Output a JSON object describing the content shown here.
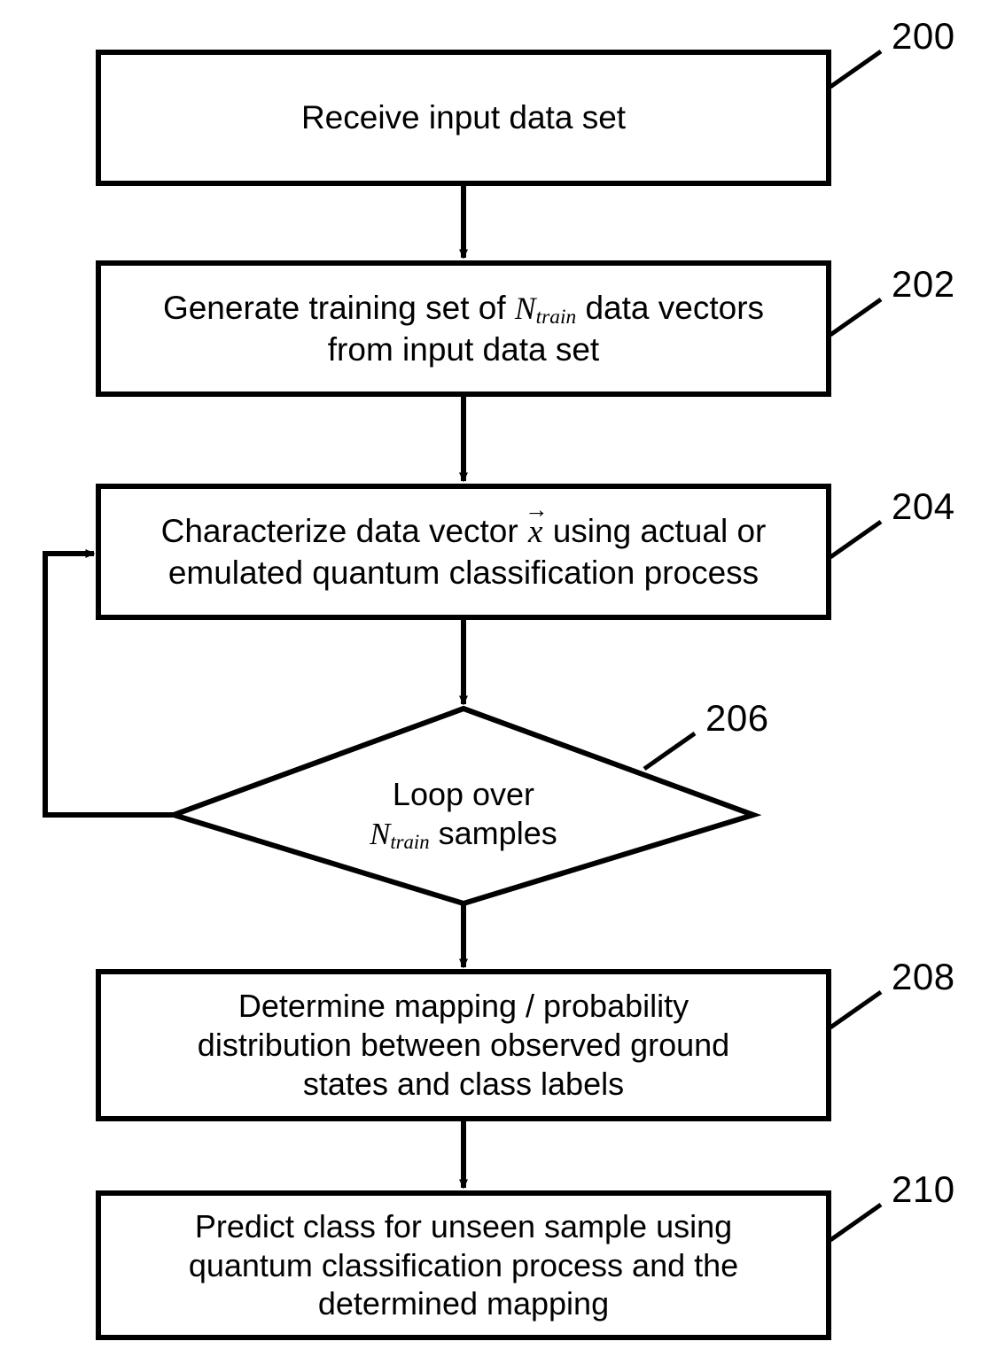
{
  "figure": {
    "type": "flowchart",
    "background_color": "#ffffff",
    "line_color": "#000000"
  },
  "nodes": [
    {
      "ref": "200",
      "shape": "rectangle",
      "lines": [
        "Receive input data set"
      ]
    },
    {
      "ref": "202",
      "shape": "rectangle",
      "lines": [
        "Generate training set of N_train data vectors",
        "from input data set"
      ],
      "line1_pre": "Generate training set of ",
      "line1_var_base": "N",
      "line1_var_sub": "train",
      "line1_post": " data vectors",
      "line2": "from input data set"
    },
    {
      "ref": "204",
      "shape": "rectangle",
      "lines": [
        "Characterize data vector x⃗ using actual or",
        "emulated quantum classification process"
      ],
      "line1_pre": "Characterize data vector ",
      "line1_var": "x",
      "line1_post": " using actual or",
      "line2": "emulated quantum classification process"
    },
    {
      "ref": "206",
      "shape": "diamond",
      "lines": [
        "Loop over",
        "N_train samples"
      ],
      "line1": "Loop over",
      "line2_var_base": "N",
      "line2_var_sub": "train",
      "line2_post": " samples"
    },
    {
      "ref": "208",
      "shape": "rectangle",
      "lines": [
        "Determine mapping / probability",
        "distribution between observed ground",
        "states and class labels"
      ],
      "line1": "Determine mapping / probability",
      "line2": "distribution between observed ground",
      "line3": "states and class labels"
    },
    {
      "ref": "210",
      "shape": "rectangle",
      "lines": [
        "Predict class for unseen sample using",
        "quantum classification process and the",
        "determined mapping"
      ],
      "line1": "Predict class for unseen sample using",
      "line2": "quantum classification process and the",
      "line3": "determined mapping"
    }
  ],
  "reference_numerals": {
    "n200": "200",
    "n202": "202",
    "n204": "204",
    "n206": "206",
    "n208": "208",
    "n210": "210"
  },
  "connectors": [
    {
      "from": "200",
      "to": "202",
      "direction": "down",
      "arrow": true
    },
    {
      "from": "202",
      "to": "204",
      "direction": "down",
      "arrow": true
    },
    {
      "from": "204",
      "to": "206",
      "direction": "down",
      "arrow": true
    },
    {
      "from": "206",
      "to": "204",
      "direction": "loop-back-left",
      "arrow": true
    },
    {
      "from": "206",
      "to": "208",
      "direction": "down",
      "arrow": true
    },
    {
      "from": "208",
      "to": "210",
      "direction": "down",
      "arrow": true
    }
  ]
}
